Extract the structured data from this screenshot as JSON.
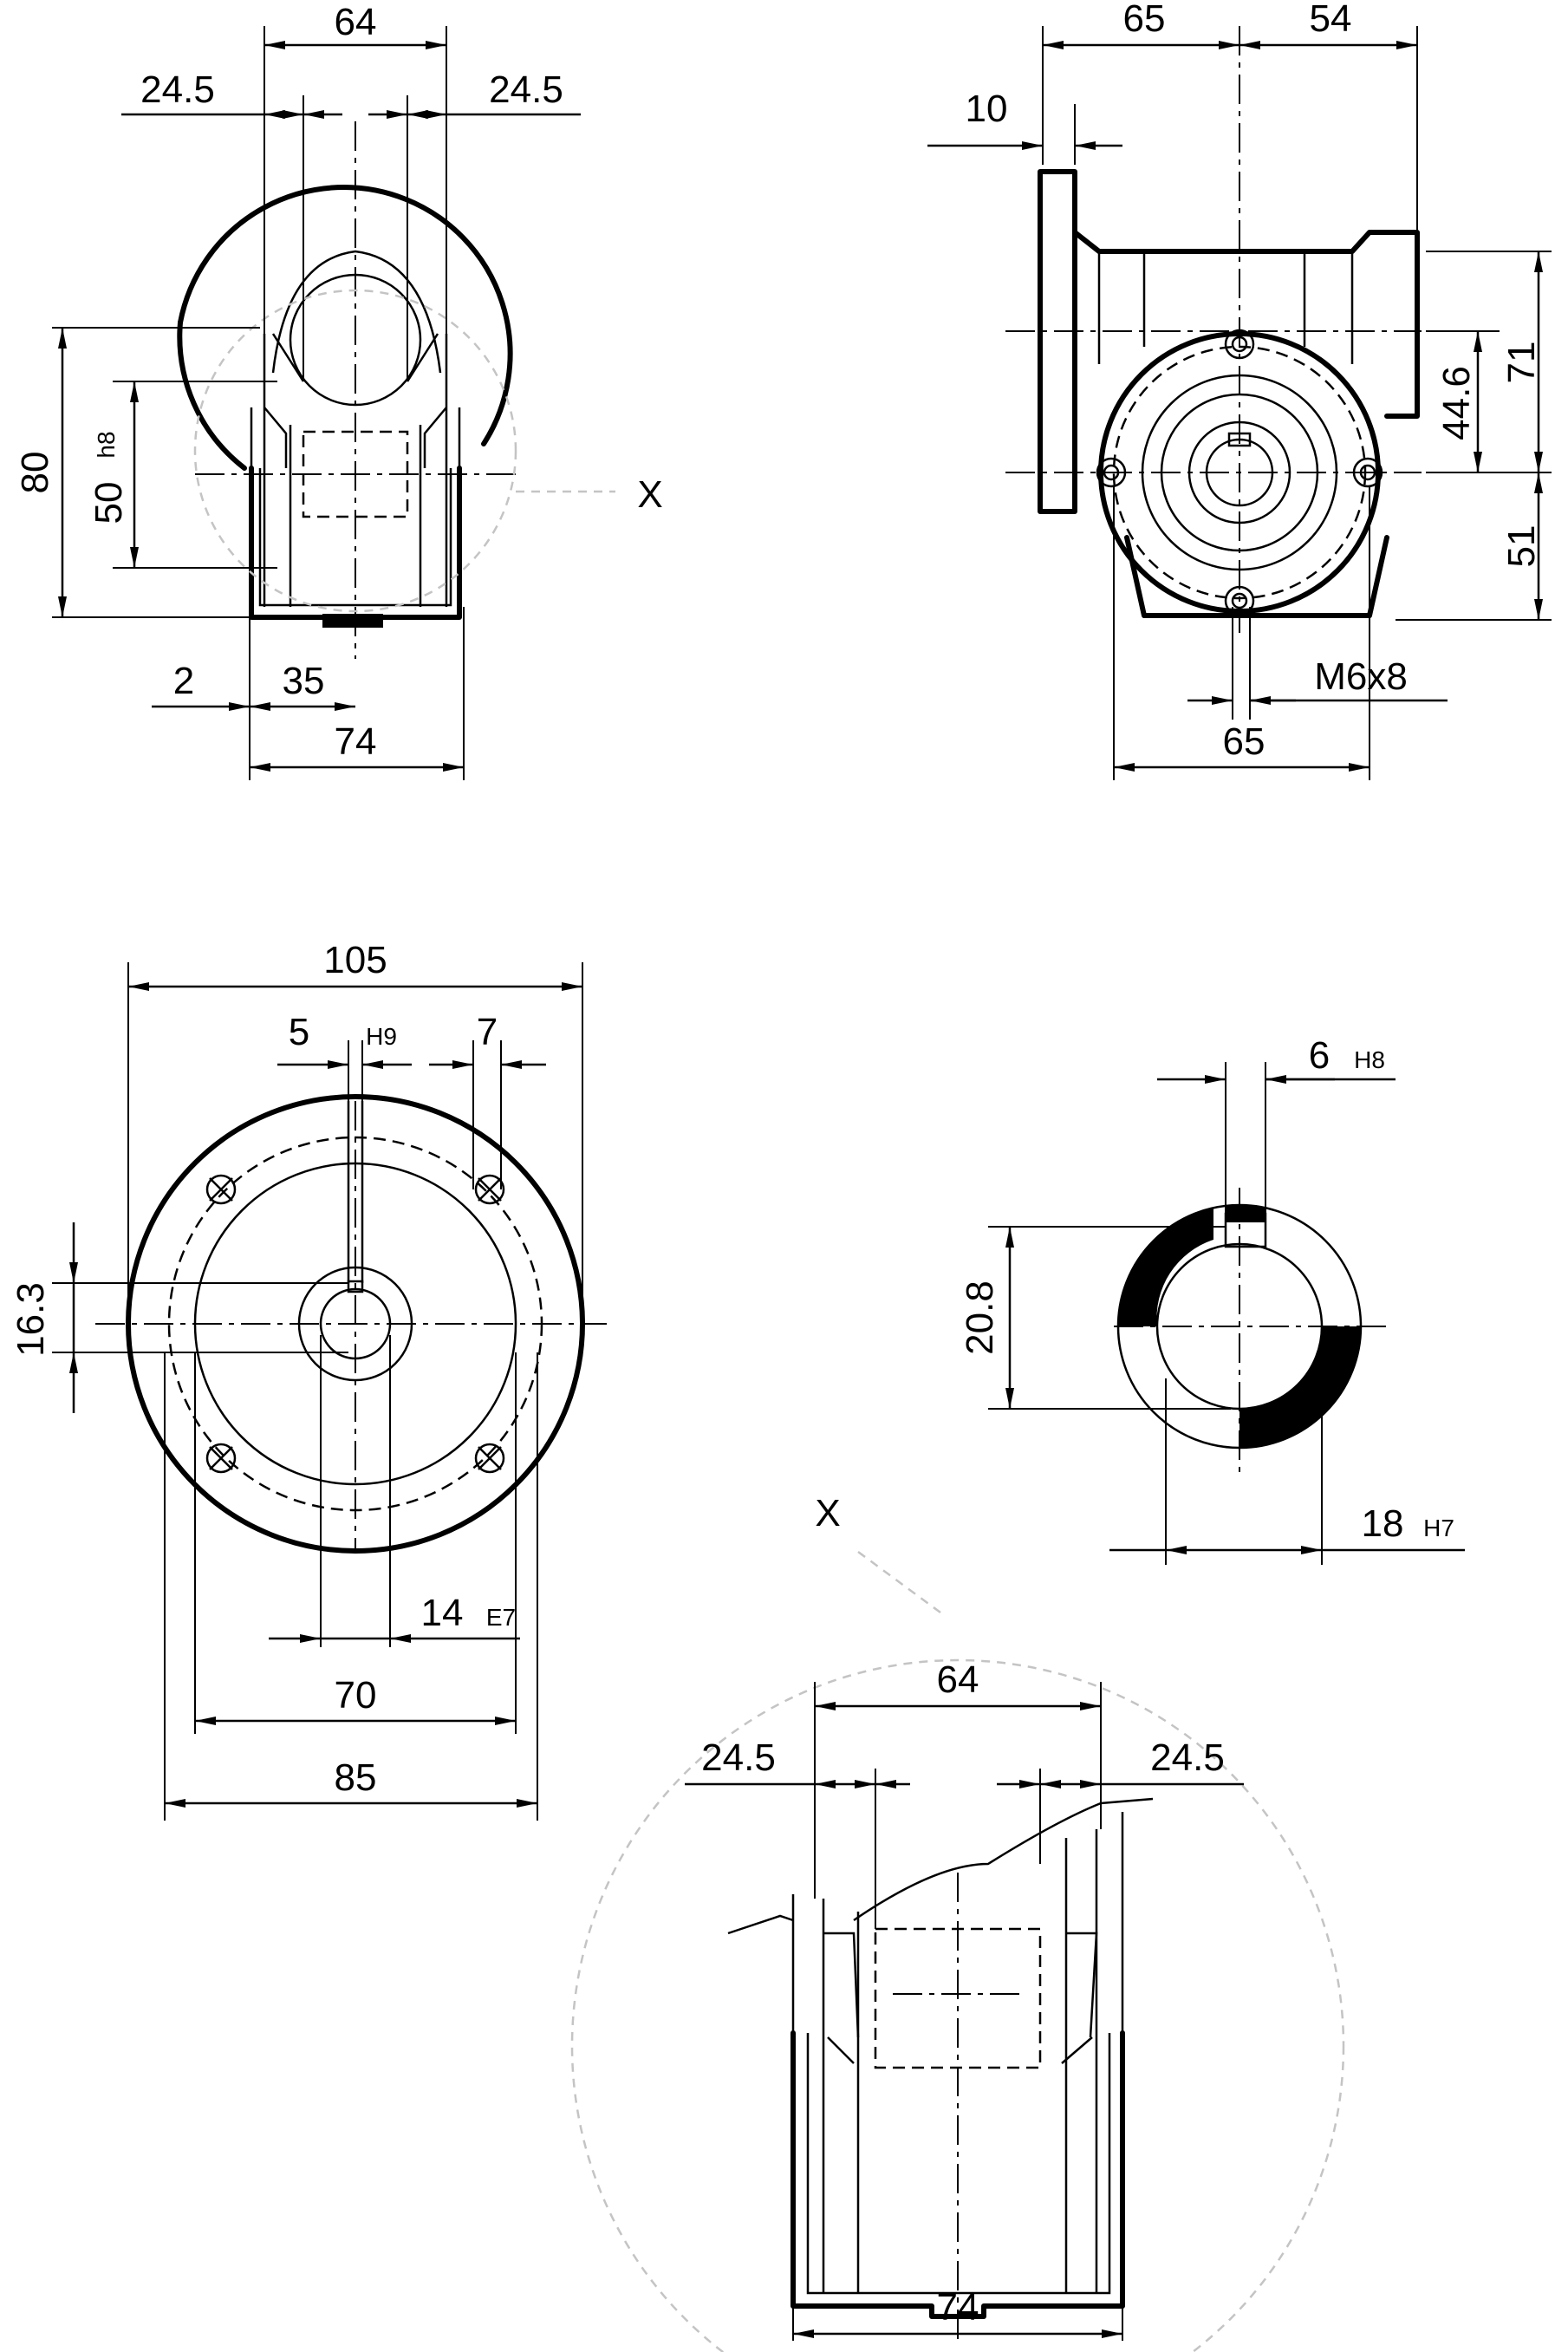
{
  "view_side": {
    "dim_top": "64",
    "dim_left": "24.5",
    "dim_right": "24.5",
    "dim_height": "80",
    "dim_shaft": "50",
    "dim_shaft_tol": "h8",
    "dim_gap": "2",
    "dim_half": "35",
    "dim_width": "74",
    "detail_marker": "X"
  },
  "view_front": {
    "dim_65": "65",
    "dim_54": "54",
    "dim_10": "10",
    "dim_71": "71",
    "dim_446": "44.6",
    "dim_51": "51",
    "dim_m6": "M6x8",
    "dim_65b": "65"
  },
  "view_flange": {
    "dim_105": "105",
    "dim_5": "5",
    "dim_5_tol": "H9",
    "dim_7": "7",
    "dim_163": "16.3",
    "dim_14": "14",
    "dim_14_tol": "E7",
    "dim_70": "70",
    "dim_85": "85"
  },
  "view_bore": {
    "dim_6": "6",
    "dim_6_tol": "H8",
    "dim_208": "20.8",
    "dim_18": "18",
    "dim_18_tol": "H7"
  },
  "view_detail": {
    "label": "X",
    "dim_64": "64",
    "dim_left": "24.5",
    "dim_right": "24.5",
    "dim_74": "74"
  }
}
